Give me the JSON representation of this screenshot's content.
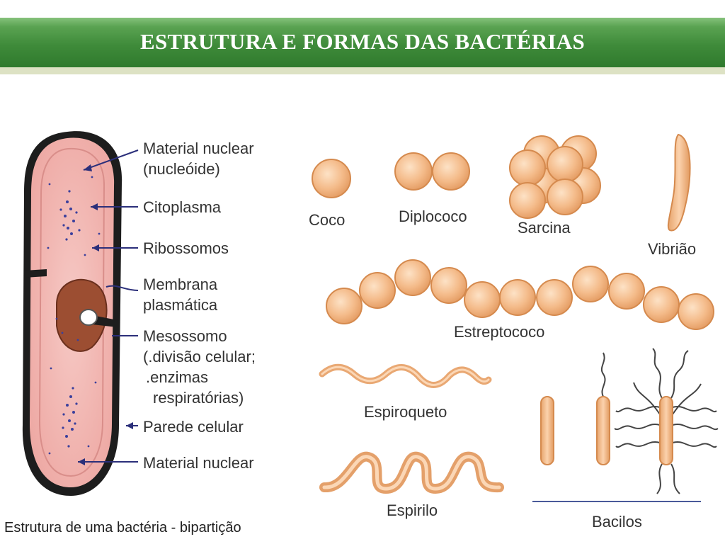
{
  "slide": {
    "title": "ESTRUTURA E FORMAS DAS BACTÉRIAS"
  },
  "cell": {
    "labels": {
      "nuclear_material_1": "Material nuclear",
      "nucleoid": "(nucleóide)",
      "cytoplasm": "Citoplasma",
      "ribosomes": "Ribossomos",
      "membrane_1": "Membrana",
      "membrane_2": "plasmática",
      "mesosome_1": "Mesossomo",
      "mesosome_2": "(.divisão celular;",
      "mesosome_3": ".enzimas",
      "mesosome_4": "respiratórias)",
      "cell_wall": "Parede celular",
      "nuclear_material_2": "Material nuclear"
    },
    "caption": "Estrutura de uma bactéria - bipartição"
  },
  "shapes": {
    "coco": "Coco",
    "diplococo": "Diplococo",
    "sarcina": "Sarcina",
    "vibriao": "Vibrião",
    "estreptococo": "Estreptococo",
    "espiroqueto": "Espiroqueto",
    "espirilo": "Espirilo",
    "bacilos": "Bacilos"
  },
  "colors": {
    "bacteria_fill": "#f4bb8a",
    "bacteria_stroke": "#d58a4e",
    "cell_pink": "#f2b6b2",
    "title_green": "#3f8b3a"
  }
}
